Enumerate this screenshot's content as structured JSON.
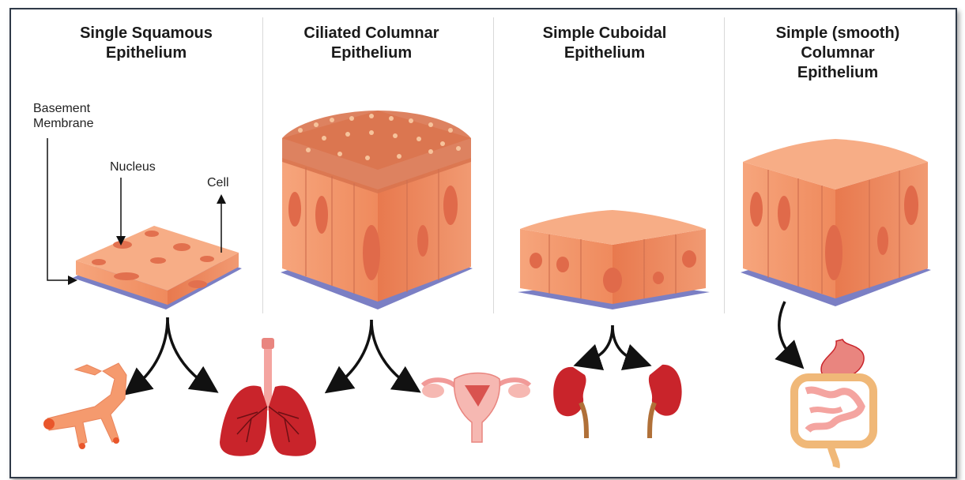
{
  "panels": [
    {
      "title": "Single Squamous\nEpithelium"
    },
    {
      "title": "Ciliated Columnar\nEpithelium"
    },
    {
      "title": "Simple Cuboidal\nEpithelium"
    },
    {
      "title": "Simple (smooth)\nColumnar\nEpithelium"
    }
  ],
  "labels": {
    "basement_membrane": "Basement\nMembrane",
    "nucleus": "Nucleus",
    "cell": "Cell"
  },
  "colors": {
    "cell": "#f2936a",
    "cell_light": "#f7b48e",
    "nucleus": "#e06a4a",
    "membrane": "#7b7fc4",
    "organ_red": "#c9242b",
    "organ_pink": "#f4a4a0",
    "arrow": "#111111"
  },
  "icons": [
    "bronchiole-icon",
    "lungs-icon",
    "uterus-icon",
    "kidney-icon",
    "stomach-intestine-icon"
  ]
}
